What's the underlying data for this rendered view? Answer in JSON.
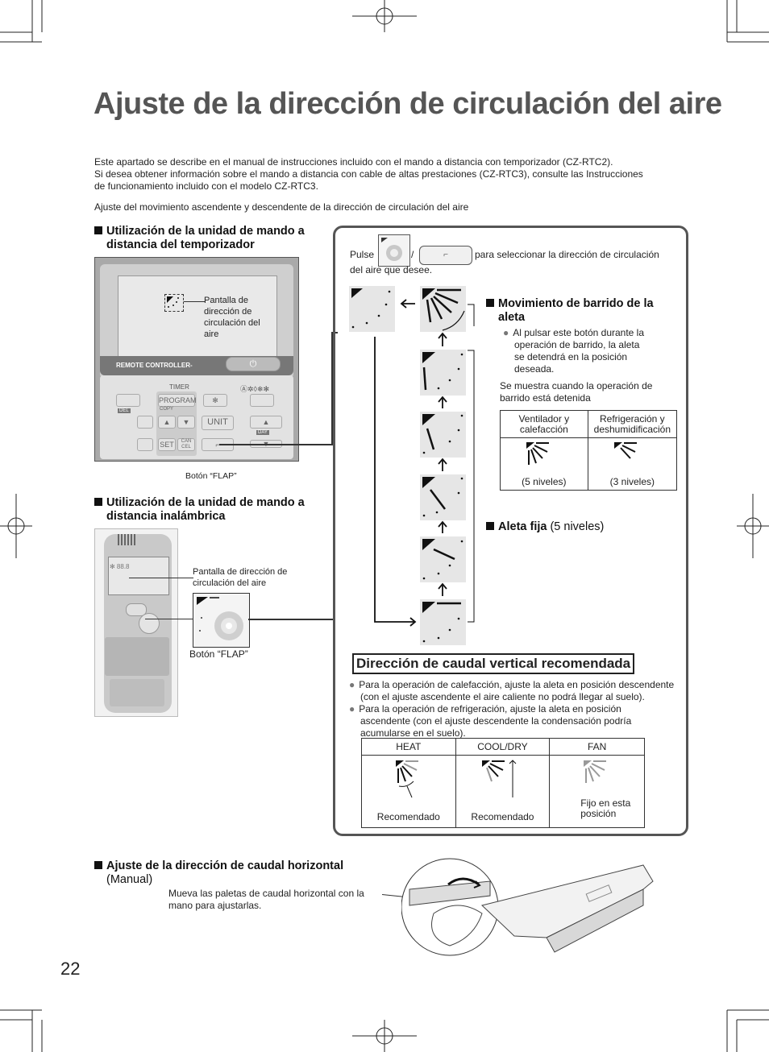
{
  "page": {
    "title": "Ajuste de la dirección de circulación del aire",
    "page_number": "22"
  },
  "intro": {
    "line1": "Este apartado se describe en el manual de instrucciones incluido con el mando a distancia con temporizador (CZ-RTC2).",
    "line2": "Si desea obtener información sobre el mando a distancia con cable de altas prestaciones (CZ-RTC3), consulte las Instrucciones",
    "line3": "de funcionamiento incluido con el modelo CZ-RTC3.",
    "line4": "Ajuste del movimiento ascendente y descendente de la dirección de circulación del aire"
  },
  "timer_remote": {
    "heading_line1": "Utilización de la unidad de mando a",
    "heading_line2": "distancia del temporizador",
    "screen_label": [
      "Pantalla de",
      "dirección de",
      "circulación del",
      "aire"
    ],
    "brand": "REMOTE CONTROLLER-",
    "buttons": {
      "timer": "TIMER",
      "program": "PROGRAM",
      "copy": "COPY",
      "del": "DEL",
      "unit": "UNIT",
      "set": "SET",
      "cancel": "CAN CEL",
      "day": "DAY",
      "modes": "Ⓐ✲◊❄✻"
    },
    "flap_caption": "Botón “FLAP”"
  },
  "wireless_remote": {
    "heading_line1": "Utilización de la unidad de mando a",
    "heading_line2": "distancia inalámbrica",
    "screen_label_line1": "Pantalla de dirección de",
    "screen_label_line2": "circulación del aire",
    "flap_caption": "Botón “FLAP”"
  },
  "panel": {
    "pulse": "Pulse",
    "slash": "/",
    "instruction_line1": "para seleccionar la dirección de circulación",
    "instruction_line2": "del aire que desee.",
    "swing_heading_line1": "Movimiento de barrido de la",
    "swing_heading_line2": "aleta",
    "swing_note": [
      "Al pulsar este botón durante la",
      "operación de barrido, la aleta",
      "se detendrá en la posición",
      "deseada."
    ],
    "swing_stopped_line1": "Se muestra cuando la operación de",
    "swing_stopped_line2": "barrido está detenida",
    "levels_table": {
      "headers": [
        [
          "Ventilador y",
          "calefacción"
        ],
        [
          "Refrigeración y",
          "deshumidificación"
        ]
      ],
      "cells": [
        "(5 niveles)",
        "(3 niveles)"
      ]
    },
    "fixed_label": "Aleta fija",
    "fixed_levels": "(5 niveles)",
    "recommended_title": "Dirección de caudal vertical recomendada",
    "recommended_notes": [
      [
        "Para la operación de calefacción, ajuste la aleta en posición descendente",
        "(con el ajuste ascendente el aire caliente no podrá llegar al suelo)."
      ],
      [
        "Para la operación de refrigeración, ajuste la aleta en posición",
        "ascendente (con el ajuste descendente la condensación podría",
        "acumularse en el suelo)."
      ]
    ],
    "rec_table": {
      "headers": [
        "HEAT",
        "COOL/DRY",
        "FAN"
      ],
      "cells": [
        "Recomendado",
        "Recomendado",
        [
          "Fijo en esta",
          "posición"
        ]
      ]
    }
  },
  "horizontal": {
    "heading": "Ajuste de la dirección de caudal horizontal",
    "heading_sub": "(Manual)",
    "note_line1": "Mueva las paletas de caudal horizontal con la",
    "note_line2": "mano para ajustarlas."
  }
}
